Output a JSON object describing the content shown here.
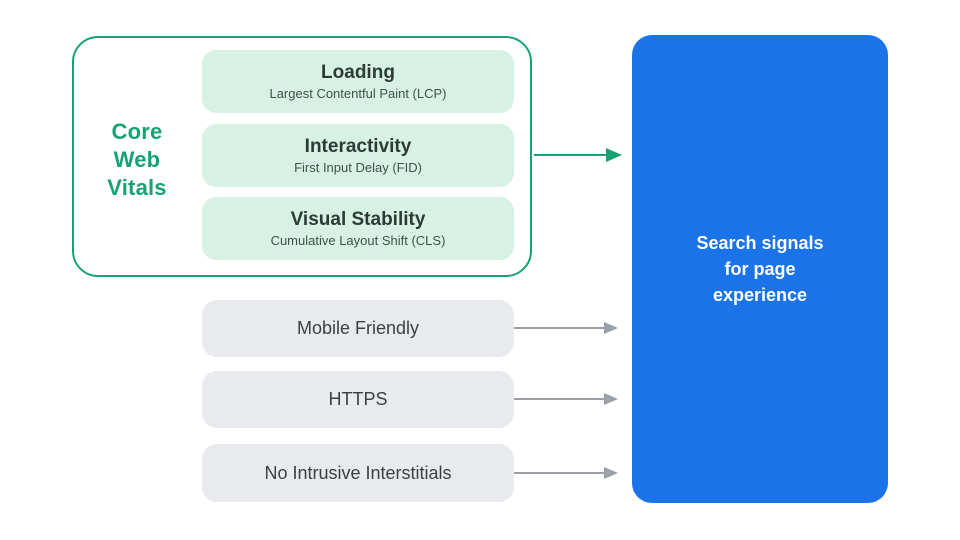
{
  "colors": {
    "teal": "#18A173",
    "mint": "#D7F2E5",
    "title_text": "#2D3B36",
    "subtitle_text": "#3F514B",
    "gray_box": "#E8EAED",
    "gray_text": "#3C4043",
    "arrow_gray": "#9AA0A6",
    "blue": "#1A73E8",
    "white": "#FFFFFF"
  },
  "core_web_vitals": {
    "label_lines": [
      "Core",
      "Web",
      "Vitals"
    ],
    "vitals": [
      {
        "title": "Loading",
        "subtitle": "Largest Contentful Paint (LCP)"
      },
      {
        "title": "Interactivity",
        "subtitle": "First Input Delay (FID)"
      },
      {
        "title": "Visual Stability",
        "subtitle": "Cumulative Layout Shift (CLS)"
      }
    ]
  },
  "other_signals": [
    {
      "label": "Mobile Friendly"
    },
    {
      "label": "HTTPS"
    },
    {
      "label": "No Intrusive Interstitials"
    }
  ],
  "result_box": {
    "lines": [
      "Search signals",
      "for page",
      "experience"
    ]
  }
}
